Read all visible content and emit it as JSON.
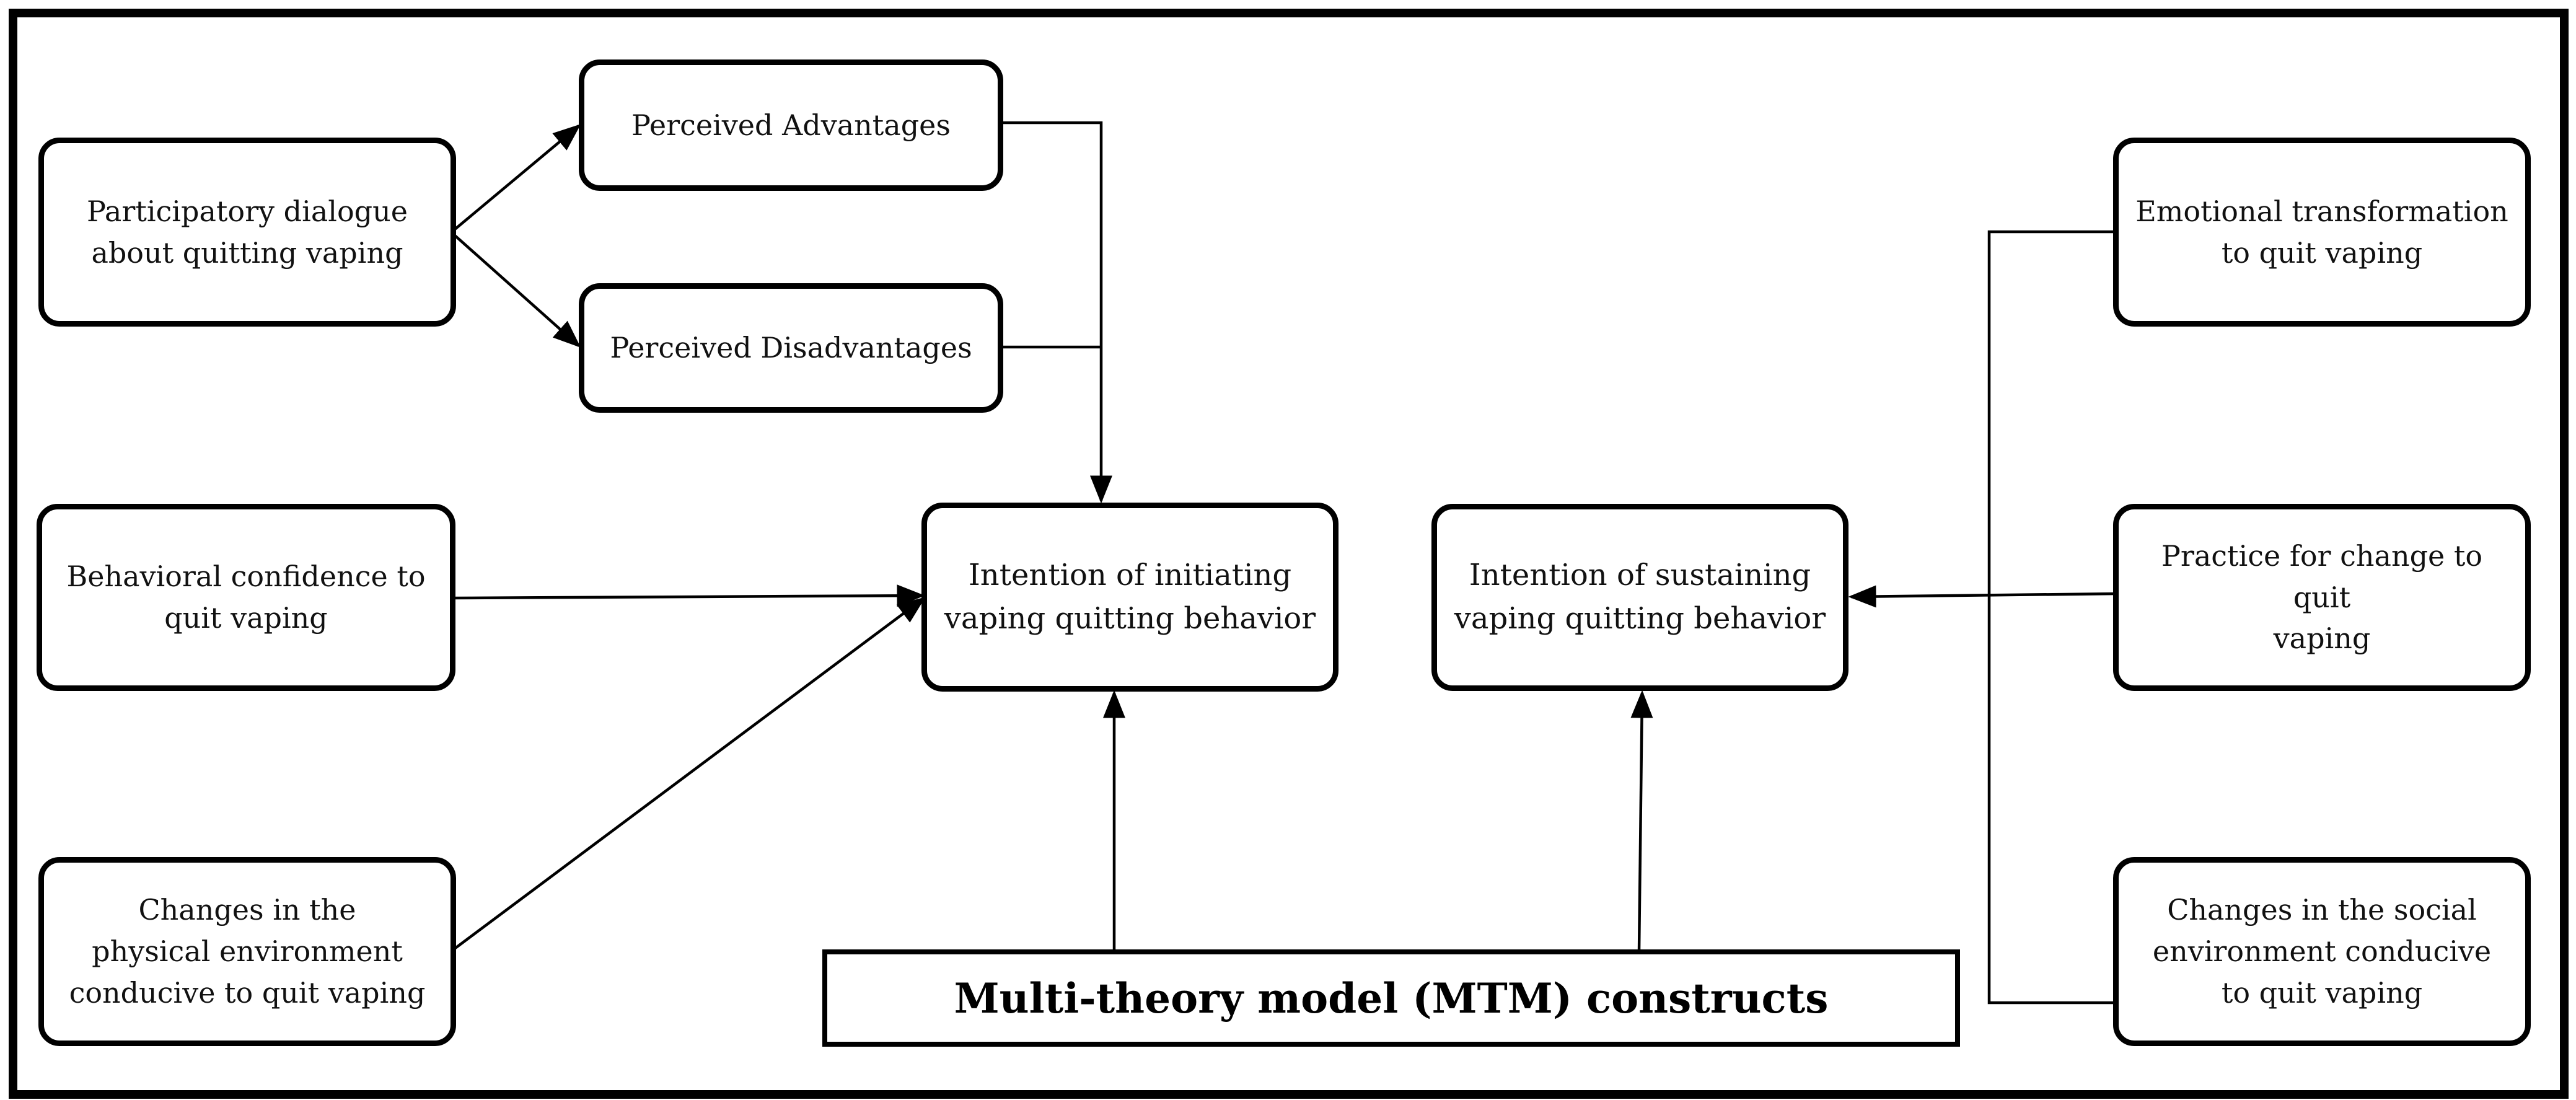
{
  "diagram": {
    "nodes": {
      "participatory_dialogue": "Participatory dialogue\nabout quitting vaping",
      "perceived_advantages": "Perceived Advantages",
      "perceived_disadvantages": "Perceived Disadvantages",
      "behavioral_confidence": "Behavioral confidence to\nquit vaping",
      "changes_physical_environment": "Changes in the\nphysical environment\nconducive to quit vaping",
      "intention_initiating": "Intention of initiating\nvaping quitting behavior",
      "intention_sustaining": "Intention of sustaining\nvaping quitting behavior",
      "emotional_transformation": "Emotional transformation\nto quit vaping",
      "practice_for_change": "Practice for change to quit\nvaping",
      "changes_social_environment": "Changes in the social\nenvironment conducive\nto quit vaping",
      "mtm_constructs": "Multi-theory model (MTM) constructs"
    },
    "edges": [
      {
        "from": "participatory_dialogue",
        "to": "perceived_advantages"
      },
      {
        "from": "participatory_dialogue",
        "to": "perceived_disadvantages"
      },
      {
        "from": "perceived_advantages",
        "to": "intention_initiating"
      },
      {
        "from": "perceived_disadvantages",
        "to": "intention_initiating"
      },
      {
        "from": "behavioral_confidence",
        "to": "intention_initiating"
      },
      {
        "from": "changes_physical_environment",
        "to": "intention_initiating"
      },
      {
        "from": "mtm_constructs",
        "to": "intention_initiating"
      },
      {
        "from": "mtm_constructs",
        "to": "intention_sustaining"
      },
      {
        "from": "emotional_transformation",
        "to": "intention_sustaining"
      },
      {
        "from": "practice_for_change",
        "to": "intention_sustaining"
      },
      {
        "from": "changes_social_environment",
        "to": "intention_sustaining"
      }
    ]
  }
}
